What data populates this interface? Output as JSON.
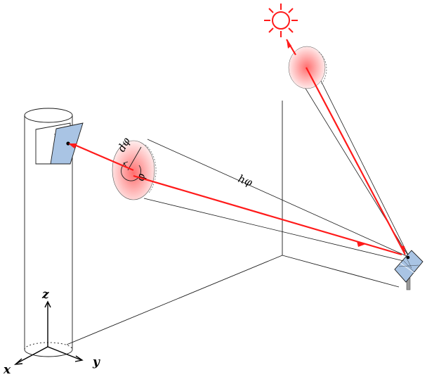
{
  "labels": {
    "h_phi": "hφ",
    "d_phi": "dφ",
    "phi": "φ",
    "axis_x": "x",
    "axis_y": "y",
    "axis_z": "z"
  },
  "colors": {
    "ray": "#ff1a1a",
    "sun": "#ff1a1a",
    "disk_center": "#ff7b7b",
    "disk_edge": "#ffe6e6",
    "panel": "#a9c4e4",
    "line": "#1a1a1a"
  }
}
